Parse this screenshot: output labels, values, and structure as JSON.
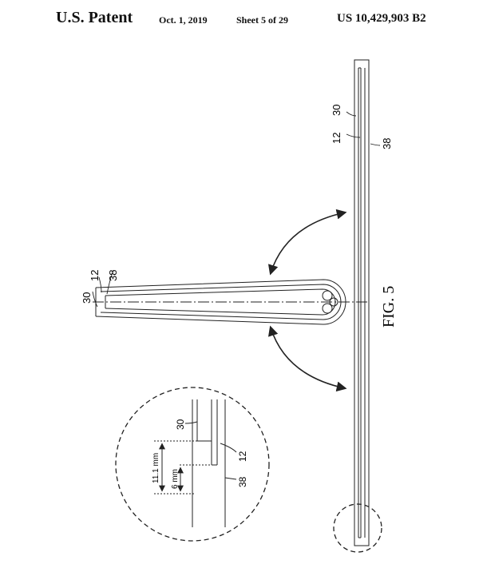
{
  "header": {
    "title": "U.S. Patent",
    "date": "Oct. 1, 2019",
    "sheet": "Sheet 5 of 29",
    "patent_number": "US 10,429,903 B2"
  },
  "figure": {
    "caption": "FIG. 5",
    "labels": {
      "strip_30": "30",
      "strip_12": "12",
      "strip_38": "38",
      "fold_30": "30",
      "fold_12": "12",
      "fold_38": "38",
      "detail_30": "30",
      "detail_12": "12",
      "detail_38": "38"
    },
    "dimensions": {
      "outer": "11.1 mm",
      "inner": "6 mm"
    }
  },
  "colors": {
    "ink": "#222222",
    "background": "#ffffff"
  }
}
